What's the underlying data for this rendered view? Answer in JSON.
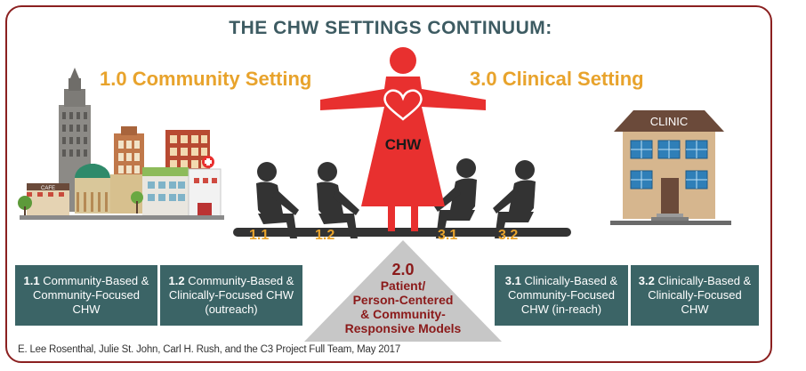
{
  "title": "THE CHW SETTINGS CONTINUUM:",
  "community_setting": "1.0 Community Setting",
  "clinical_setting": "3.0 Clinical Setting",
  "center_figure_label": "CHW",
  "clinic_sign": "CLINIC",
  "cafe_sign": "CAFE",
  "seats": [
    "1.1",
    "1.2",
    "3.1",
    "3.2"
  ],
  "boxes": [
    {
      "num": "1.1",
      "text": " Community-Based & Community-Focused CHW"
    },
    {
      "num": "1.2",
      "text": " Community-Based & Clinically-Focused CHW (outreach)"
    },
    {
      "num": "3.1",
      "text": " Clinically-Based & Community-Focused CHW (in-reach)"
    },
    {
      "num": "3.2",
      "text": " Clinically-Based & Clinically-Focused CHW"
    }
  ],
  "center": {
    "num": "2.0",
    "lines": [
      "Patient/",
      "Person-Centered",
      "& Community-",
      "Responsive Models"
    ]
  },
  "citation": "E. Lee Rosenthal, Julie St. John, Carl H. Rush, and the C3 Project Full Team, May 2017",
  "colors": {
    "border": "#8b2020",
    "title": "#3d5b62",
    "accent": "#e8a32c",
    "box": "#3b6466",
    "chw_red": "#e8302f",
    "seated": "#333333",
    "center_text": "#8b1a1a"
  }
}
